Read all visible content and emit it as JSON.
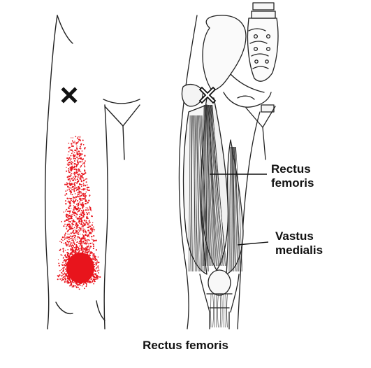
{
  "labels": {
    "rectus_femoris_line1": "Rectus",
    "rectus_femoris_line2": "femoris",
    "vastus_medialis_line1": "Vastus",
    "vastus_medialis_line2": "medialis"
  },
  "caption": "Rectus femoris",
  "colors": {
    "referred_pain": "#e8141c",
    "trigger_point_marker": "#111111",
    "outline": "#222222"
  },
  "icons": {
    "trigger_point_left": "x-mark-icon",
    "trigger_point_right": "x-mark-icon"
  }
}
